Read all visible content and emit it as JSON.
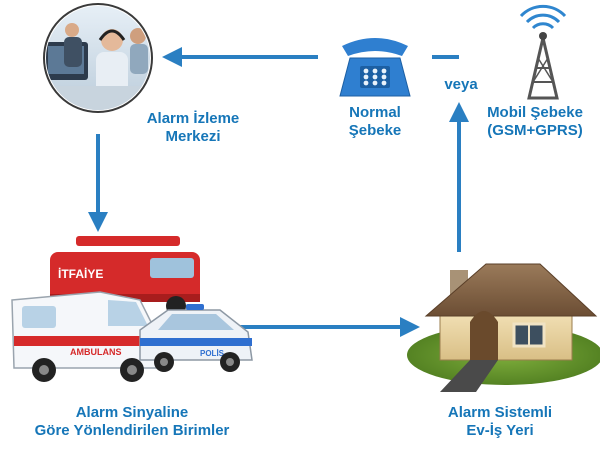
{
  "nodes": {
    "monitoring_center": {
      "line1": "Alarm İzleme",
      "line2": "Merkezi",
      "icon": "call-center-icon"
    },
    "normal_network": {
      "line1": "Normal",
      "line2": "Şebeke",
      "icon": "telephone-icon"
    },
    "or_word": "veya",
    "mobile_network": {
      "line1": "Mobil Şebeke",
      "line2": "(GSM+GPRS)",
      "icon": "cell-tower-icon"
    },
    "response_units": {
      "line1": "Alarm Sinyaline",
      "line2": "Göre Yönlendirilen Birimler",
      "icon": "emergency-vehicles-icon"
    },
    "alarm_site": {
      "line1": "Alarm Sistemli",
      "line2": "Ev-İş Yeri",
      "icon": "house-icon"
    }
  },
  "vehicle_texts": {
    "fire_truck": "İTFAİYE",
    "ambulance": "AMBULANS",
    "police": "POLİS"
  },
  "colors": {
    "label": "#1676b8",
    "arrow": "#2a7fc2",
    "fire_truck": "#d52a2a",
    "phone": "#2f7fd0",
    "ambulance_stripe": "#d62a2a",
    "police_stripe": "#2f6fd0"
  }
}
